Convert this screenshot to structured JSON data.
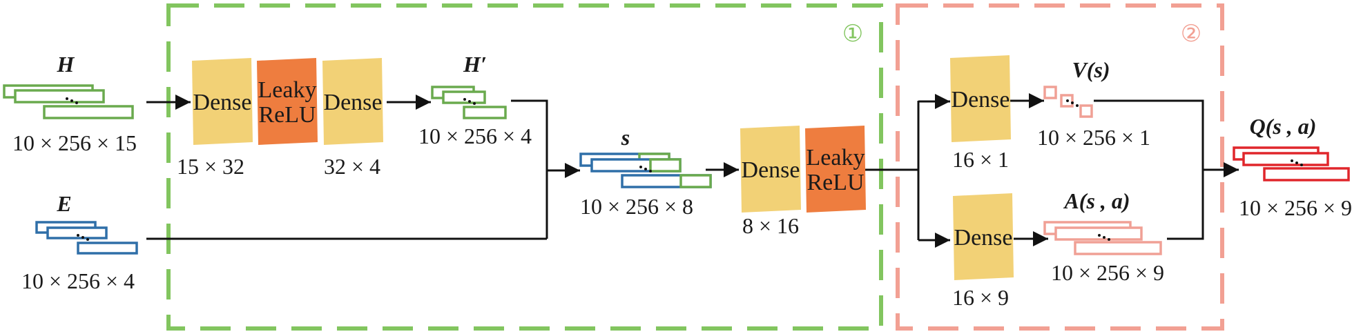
{
  "colors": {
    "green": "#6aaa4e",
    "blue": "#2f6fa8",
    "pink": "#f0a095",
    "red": "#e0262b",
    "dense": "#f2d176",
    "relu": "#ee7d3f",
    "box1": "#82c55f",
    "box2": "#f2a093"
  },
  "modules": {
    "m1_label": "①",
    "m2_label": "②"
  },
  "tensors": {
    "H": {
      "name": "H",
      "shape": "10 × 256 × 15"
    },
    "E": {
      "name": "E",
      "shape": "10 × 256 × 4"
    },
    "Hp": {
      "name": "H′",
      "shape": "10 × 256 × 4"
    },
    "s": {
      "name": "s",
      "shape": "10 × 256 × 8"
    },
    "V": {
      "name": "V(s)",
      "shape": "10 × 256 × 1"
    },
    "A": {
      "name": "A(s , a)",
      "shape": "10 × 256 × 9"
    },
    "Q": {
      "name": "Q(s , a)",
      "shape": "10 × 256 × 9"
    }
  },
  "layers": {
    "dense1": {
      "label": "Dense",
      "dim": "15 × 32"
    },
    "relu1": {
      "label1": "Leaky",
      "label2": "ReLU"
    },
    "dense2": {
      "label": "Dense",
      "dim": "32 × 4"
    },
    "dense3": {
      "label": "Dense",
      "dim": "8 × 16"
    },
    "relu2": {
      "label1": "Leaky",
      "label2": "ReLU"
    },
    "denseV": {
      "label": "Dense",
      "dim": "16 × 1"
    },
    "denseA": {
      "label": "Dense",
      "dim": "16 × 9"
    }
  }
}
